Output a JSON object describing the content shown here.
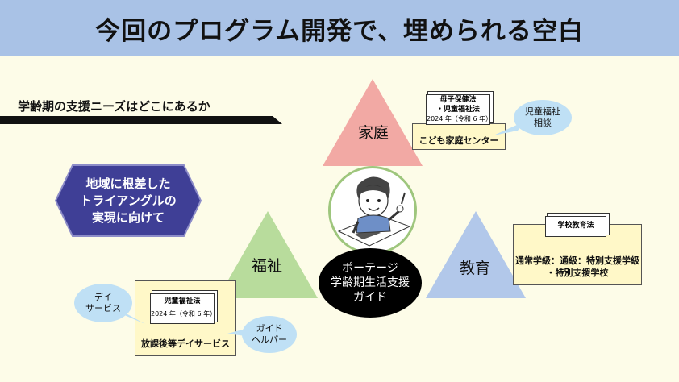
{
  "header": {
    "title": "今回のプログラム開発で、埋められる空白"
  },
  "subtitle": "学齢期の支援ニーズはどこにあるか",
  "hexagon": {
    "lines": [
      "地域に根差した",
      "トライアングルの",
      "実現に向けて"
    ]
  },
  "triangles": {
    "home": "家庭",
    "welfare": "福祉",
    "education": "教育"
  },
  "center": {
    "lines": [
      "ポーテージ",
      "学齢期生活支援",
      "ガイド"
    ]
  },
  "home_box": {
    "doc_lines": [
      "母子保健法",
      "・児童福祉法"
    ],
    "doc_year": "2024 年（令和 6 年）",
    "label": "こども家庭センター"
  },
  "home_bubble": {
    "lines": [
      "児童福祉",
      "相談"
    ]
  },
  "edu_box": {
    "doc_title": "学校教育法",
    "lines": [
      "通常学級：通級：特別支援学級",
      "・特別支援学校"
    ]
  },
  "welfare_box": {
    "doc_title": "児童福祉法",
    "doc_year": "2024 年（令和 6 年）",
    "label": "放課後等デイサービス"
  },
  "welfare_bubble_left": {
    "lines": [
      "デイ",
      "サービス"
    ]
  },
  "welfare_bubble_right": {
    "lines": [
      "ガイド",
      "ヘルパー"
    ]
  },
  "colors": {
    "header": "#a9c2e6",
    "home": "#f2a9a4",
    "welfare": "#b8dc9c",
    "education": "#b2c8ea",
    "hexagon": "#3f3f96",
    "bubble": "#bfe0f5"
  }
}
